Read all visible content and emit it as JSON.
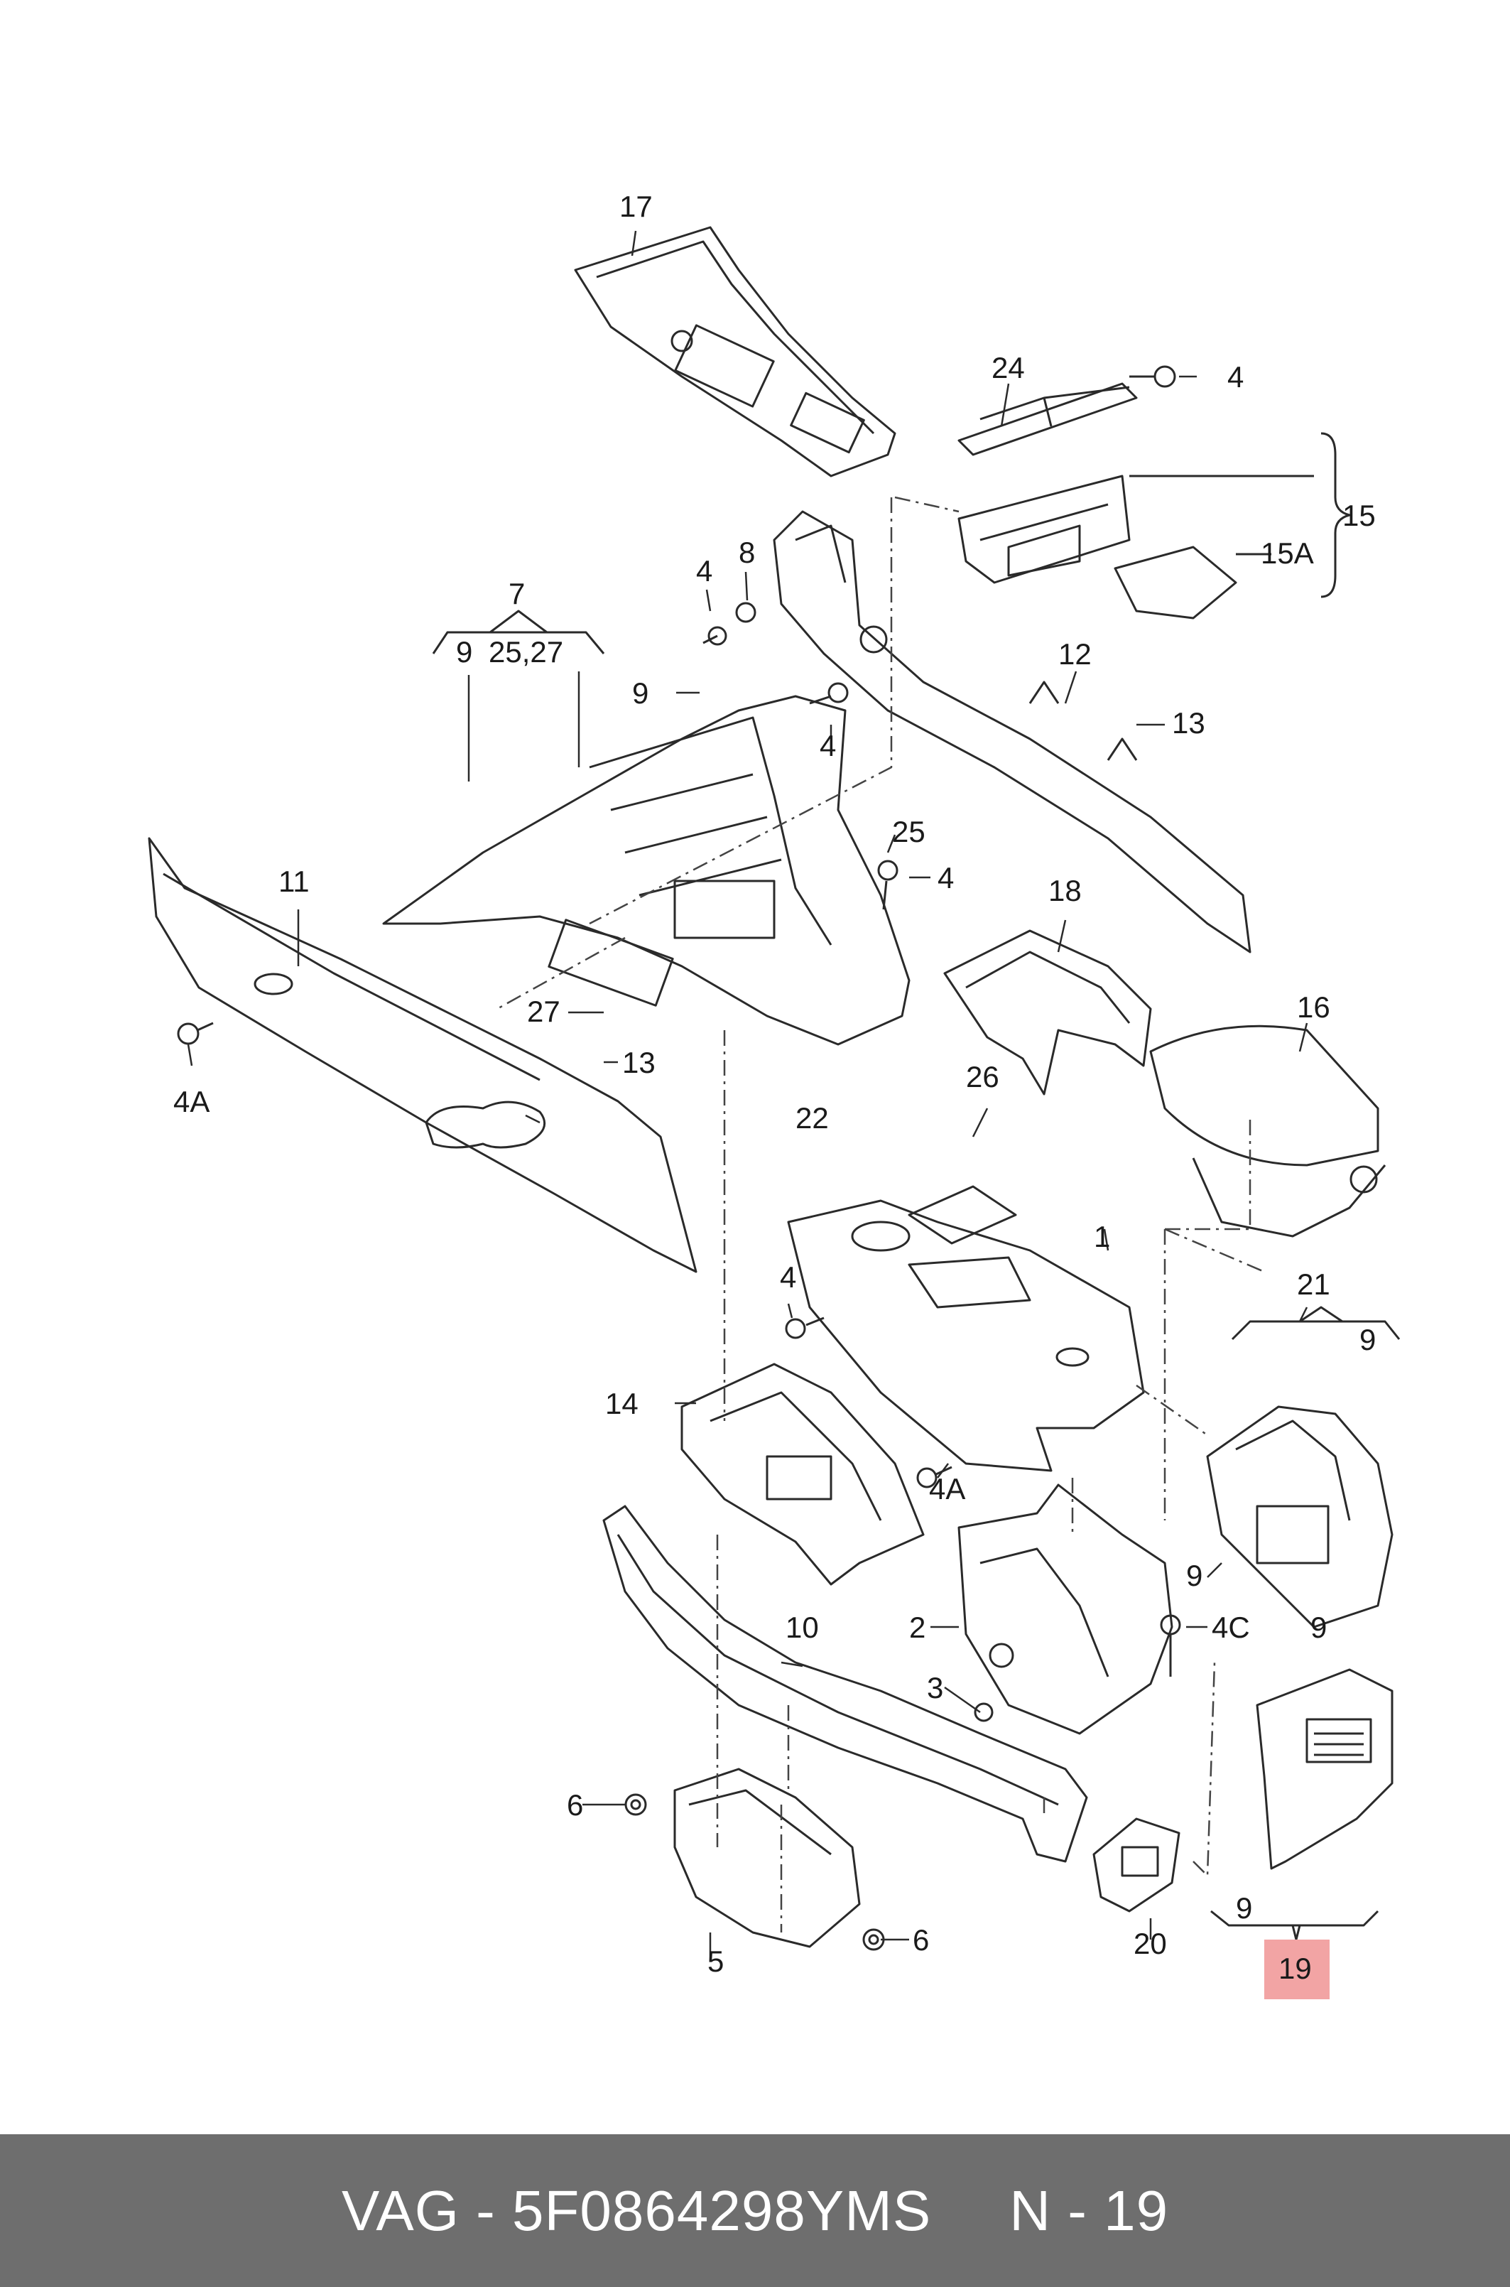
{
  "diagram": {
    "callouts": {
      "c17": "17",
      "c24": "24",
      "c4_top": "4",
      "c15": "15",
      "c15a": "15A",
      "c4_a": "4",
      "c8": "8",
      "c7": "7",
      "c9_top": "9",
      "c2527": "25,27",
      "c9_mid": "9",
      "c4_b": "4",
      "c12": "12",
      "c13_a": "13",
      "c11": "11",
      "c25": "25",
      "c4_c": "4",
      "c18": "18",
      "c16": "16",
      "c4a_left": "4A",
      "c27": "27",
      "c13_b": "13",
      "c22": "22",
      "c26": "26",
      "c1": "1",
      "c4_d": "4",
      "c21": "21",
      "c9_r21": "9",
      "c14": "14",
      "c4a_mid": "4A",
      "c9_left21": "9",
      "c10": "10",
      "c2": "2",
      "c4c": "4C",
      "c9_r19": "9",
      "c3": "3",
      "c6_left": "6",
      "c9_l19": "9",
      "c5": "5",
      "c6_right": "6",
      "c20": "20",
      "c19": "19"
    },
    "highlight_color": "#f2a4a4"
  },
  "footer": {
    "brand": "VAG - 5F0864298YMS",
    "ref": "N - 19"
  }
}
